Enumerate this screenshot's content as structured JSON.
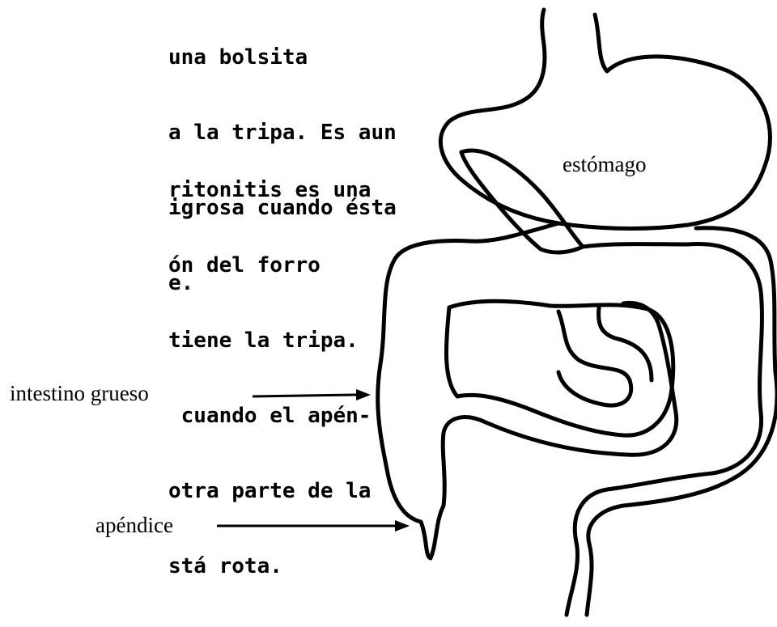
{
  "text": {
    "paragraph1": [
      "una bolsita",
      "a la tripa. Es aun",
      "igrosa cuando ésta",
      "e."
    ],
    "paragraph2": [
      "ritonitis es una",
      "ón del forro",
      "tiene la tripa.",
      " cuando el apén-",
      "otra parte de la",
      "stá rota."
    ]
  },
  "labels": {
    "stomach": "estómago",
    "large_intestine": "intestino grueso",
    "appendix": "apéndice"
  }
}
